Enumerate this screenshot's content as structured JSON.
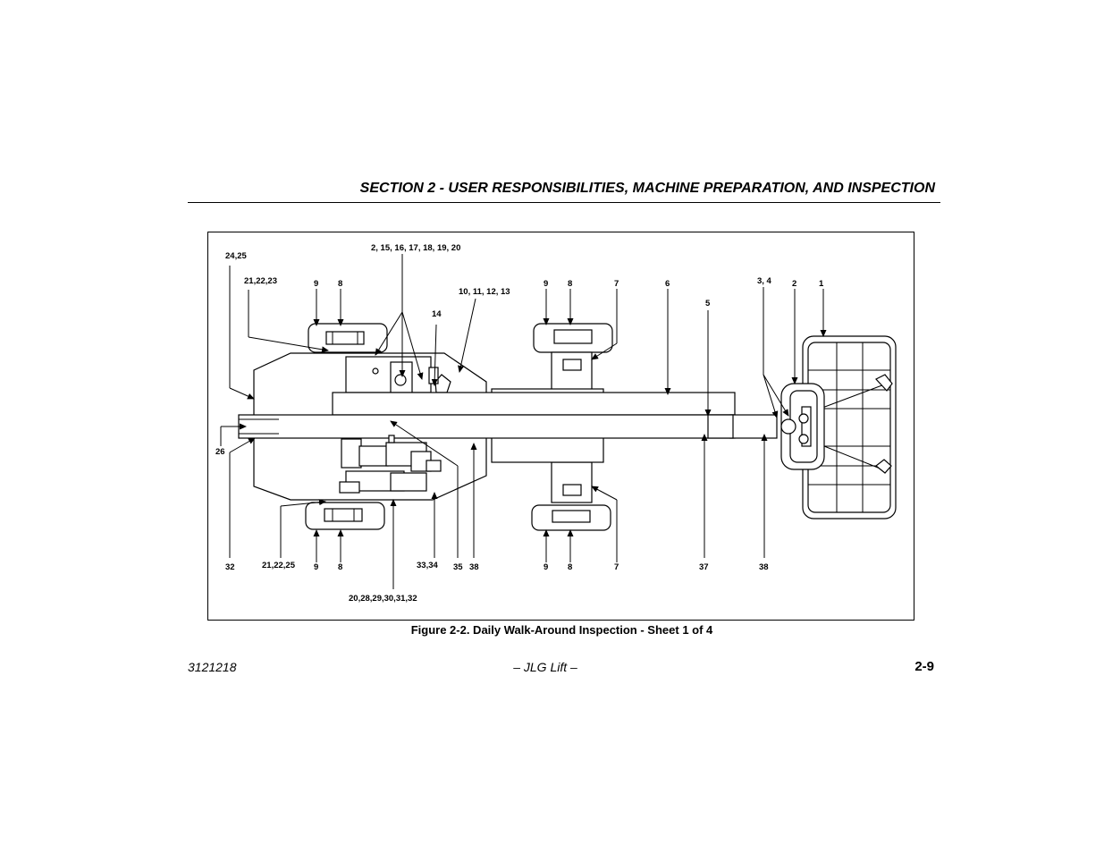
{
  "header": {
    "title": "SECTION 2 - USER RESPONSIBILITIES, MACHINE PREPARATION, AND INSPECTION"
  },
  "figure": {
    "caption": "Figure 2-2. Daily Walk-Around Inspection - Sheet 1 of 4",
    "callouts": {
      "c_24_25": "24,25",
      "c_2_20": "2, 15, 16, 17, 18, 19, 20",
      "c_21_23": "21,22,23",
      "c_9_a": "9",
      "c_8_a": "8",
      "c_10_13": "10, 11, 12, 13",
      "c_14": "14",
      "c_9_b": "9",
      "c_8_b": "8",
      "c_7_a": "7",
      "c_6": "6",
      "c_3_4": "3, 4",
      "c_2": "2",
      "c_1": "1",
      "c_5": "5",
      "c_26": "26",
      "c_32": "32",
      "c_21_25": "21,22,25",
      "c_9_c": "9",
      "c_8_c": "8",
      "c_33_34": "33,34",
      "c_35": "35",
      "c_38_a": "38",
      "c_9_d": "9",
      "c_8_d": "8",
      "c_7_b": "7",
      "c_37": "37",
      "c_38_b": "38",
      "c_20_32": "20,28,29,30,31,32"
    }
  },
  "footer": {
    "doc_number": "3121218",
    "center": "– JLG Lift –",
    "page": "2-9"
  }
}
